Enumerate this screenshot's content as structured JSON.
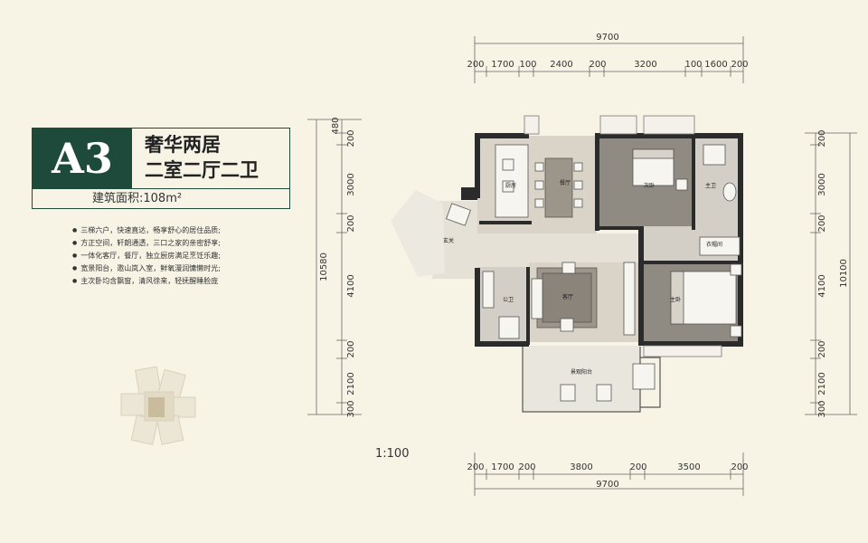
{
  "unit_code": "A3",
  "unit_name_line1": "奢华两居",
  "unit_name_line2": "二室二厅二卫",
  "area_label": "建筑面积:",
  "area_value": "108m²",
  "features": [
    "三梯六户，快速直达，畅享舒心的居住品质;",
    "方正空间，轩朗通透，三口之家的亲密舒享;",
    "一体化客厅，餐厅，独立厨房满足烹饪乐趣;",
    "宽景阳台，邀山岚入室，鲜氧漫润慵懒时光;",
    "主次卧均含飘窗，清风徐来，轻抚醒睡脸庞"
  ],
  "scale": "1:100",
  "dimensions": {
    "top_total": "9700",
    "top": [
      "200",
      "1700",
      "100",
      "2400",
      "200",
      "3200",
      "100",
      "1600",
      "200"
    ],
    "bottom": [
      "200",
      "1700",
      "200",
      "3800",
      "200",
      "3500",
      "200"
    ],
    "bottom_total": "9700",
    "left_total": "10580",
    "left": [
      "480",
      "200",
      "3000",
      "200",
      "4100",
      "200",
      "2100",
      "300"
    ],
    "right_total": "10100",
    "right": [
      "200",
      "3000",
      "200",
      "4100",
      "200",
      "2100",
      "300"
    ]
  },
  "rooms": {
    "kitchen": "厨房",
    "dining": "餐厅",
    "second_bedroom": "次卧",
    "master_bath": "主卫",
    "foyer": "玄关",
    "secondary_bath": "公卫",
    "living": "客厅",
    "closet": "衣帽间",
    "master_bedroom": "主卧",
    "balcony": "景观阳台"
  }
}
